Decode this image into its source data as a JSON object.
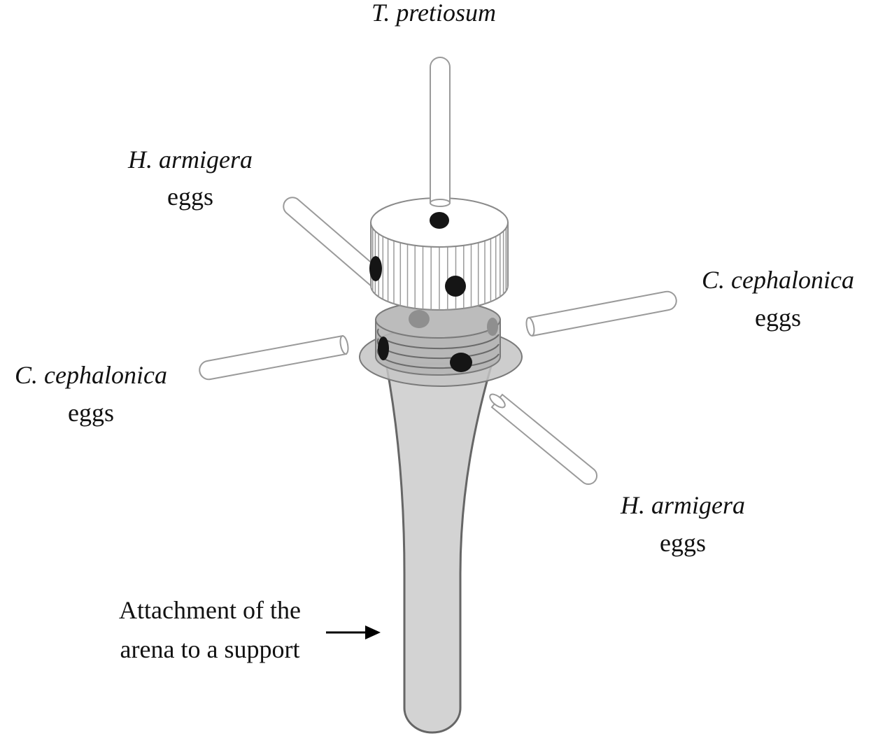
{
  "labels": {
    "top": {
      "species": "T. pretiosum"
    },
    "upper_left": {
      "species": "H. armigera",
      "suffix": "eggs"
    },
    "right": {
      "species": "C. cephalonica",
      "suffix": "eggs"
    },
    "left": {
      "species": "C. cephalonica",
      "suffix": "eggs"
    },
    "lower_right": {
      "species": "H. armigera",
      "suffix": "eggs"
    },
    "attachment": {
      "line1": "Attachment of the",
      "line2": "arena to a support"
    }
  },
  "colors": {
    "tube_fill": "#d3d3d3",
    "tube_stroke": "#666666",
    "cap_fill": "#ffffff",
    "cap_stroke": "#8a8a8a",
    "hole": "#151515",
    "ring_fill": "#bfbfbf",
    "text": "#111111"
  }
}
